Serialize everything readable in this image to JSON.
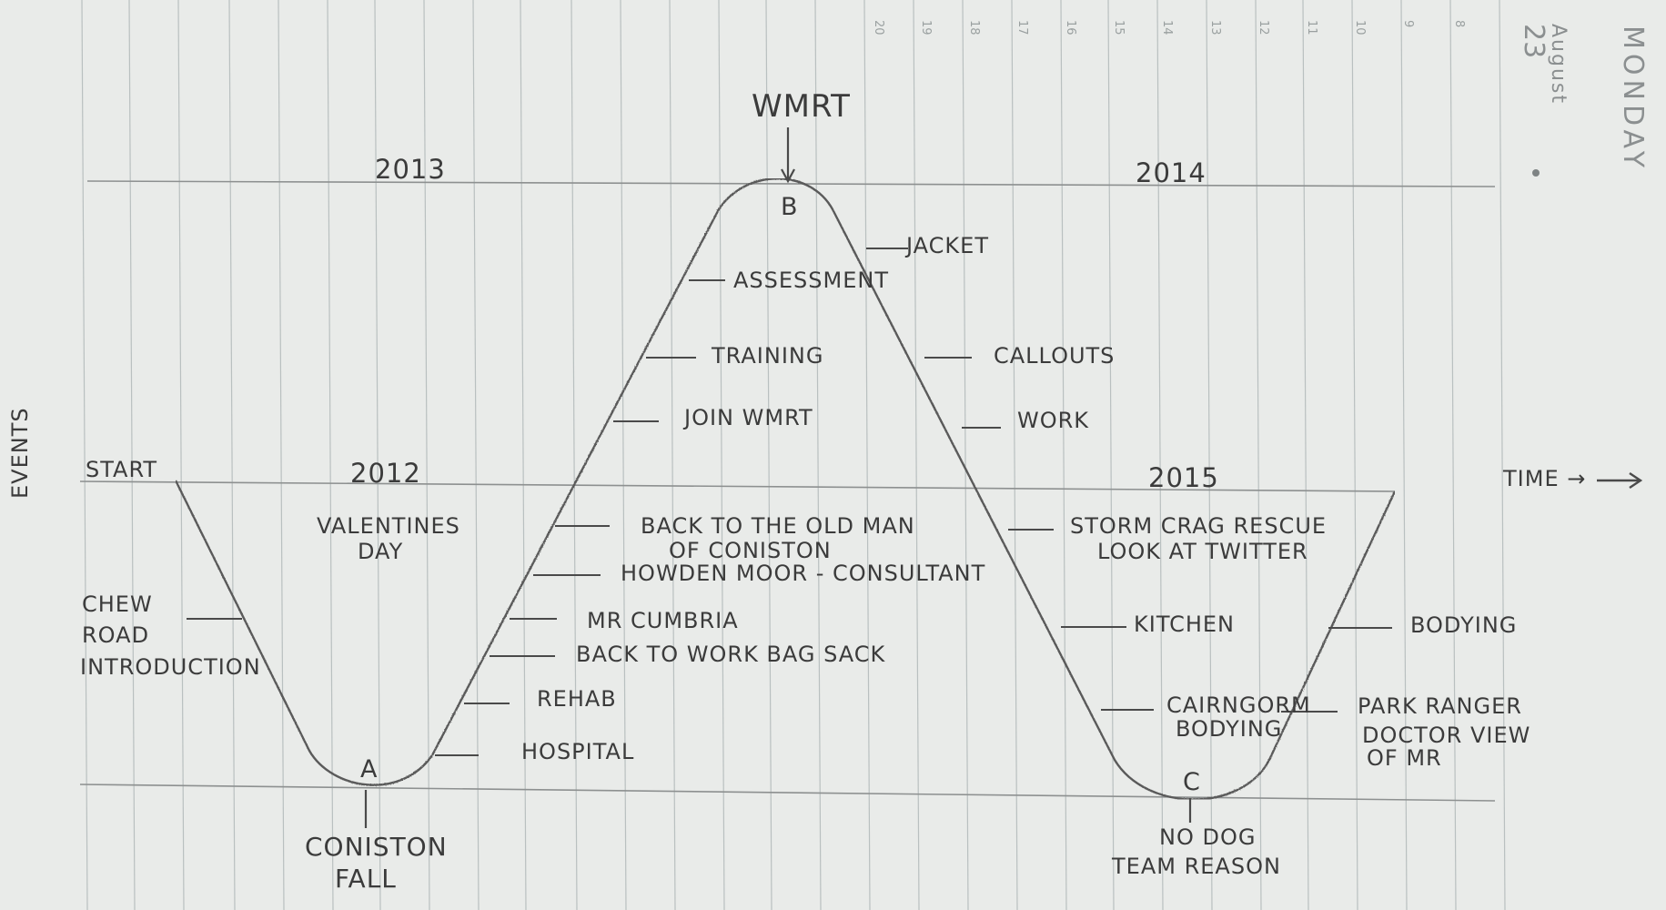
{
  "title": "WMRT",
  "axes": {
    "x_label": "TIME →",
    "y_label": "EVENTS"
  },
  "markers": {
    "start": "START",
    "a": "A",
    "b": "B",
    "c": "C"
  },
  "years": {
    "y2012": "2012",
    "y2013": "2013",
    "y2014": "2014",
    "y2015": "2015"
  },
  "bottom_a": [
    "CONISTON",
    "FALL"
  ],
  "bottom_c": [
    "NO DOG",
    "TEAM REASON"
  ],
  "events": {
    "valentines": [
      "VALENTINES",
      "DAY"
    ],
    "chew_road": [
      "CHEW",
      "ROAD",
      "INTRODUCTION"
    ],
    "hospital": "HOSPITAL",
    "rehab": "REHAB",
    "back_to_work": "BACK TO WORK BAG SACK",
    "mr_cumbria": "MR CUMBRIA",
    "howden": "HOWDEN MOOR - CONSULTANT",
    "old_man": [
      "BACK TO THE OLD MAN",
      "OF CONISTON"
    ],
    "join": "JOIN WMRT",
    "training": "TRAINING",
    "assessment": "ASSESSMENT",
    "jacket": "JACKET",
    "callouts": "CALLOUTS",
    "work": "WORK",
    "storm_crag": [
      "STORM CRAG RESCUE",
      "LOOK AT TWITTER"
    ],
    "kitchen": "KITCHEN",
    "cairngorm": [
      "CAIRNGORM",
      "BODYING"
    ],
    "bodying": "BODYING",
    "park_ranger": [
      "PARK RANGER",
      "DOCTOR VIEW",
      "OF MR"
    ]
  },
  "diary": {
    "day": "MONDAY",
    "month": "August",
    "date": "23",
    "hours": [
      "20",
      "19",
      "18",
      "17",
      "16",
      "15",
      "14",
      "13",
      "12",
      "11",
      "10",
      "9",
      "8"
    ]
  }
}
